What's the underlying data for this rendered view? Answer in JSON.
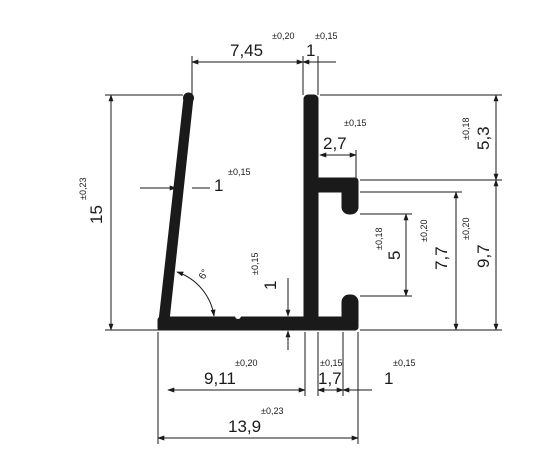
{
  "dimensions": {
    "top_width": {
      "value": "7,45",
      "tol": "±0,20"
    },
    "top_wall": {
      "value": "1",
      "tol": "±0,15"
    },
    "lip_width": {
      "value": "2,7",
      "tol": "±0,15"
    },
    "right_top": {
      "value": "5,3",
      "tol": "±0,18"
    },
    "left_wall": {
      "value": "1",
      "tol": "±0,15"
    },
    "height": {
      "value": "15",
      "tol": "±0,23"
    },
    "angle": {
      "value": "6°"
    },
    "base_wall": {
      "value": "1",
      "tol": "±0,15"
    },
    "slot": {
      "value": "5",
      "tol": "±0,18"
    },
    "slot_outer": {
      "value": "7,7",
      "tol": "±0,20"
    },
    "right_bottom": {
      "value": "9,7",
      "tol": "±0,20"
    },
    "base_left": {
      "value": "9,11",
      "tol": "±0,20"
    },
    "base_mid": {
      "value": "1,7",
      "tol": "±0,15"
    },
    "base_right": {
      "value": "1",
      "tol": "±0,15"
    },
    "overall_width": {
      "value": "13,9",
      "tol": "±0,23"
    }
  },
  "colors": {
    "profile": "#1a1a1a",
    "background": "#ffffff"
  }
}
